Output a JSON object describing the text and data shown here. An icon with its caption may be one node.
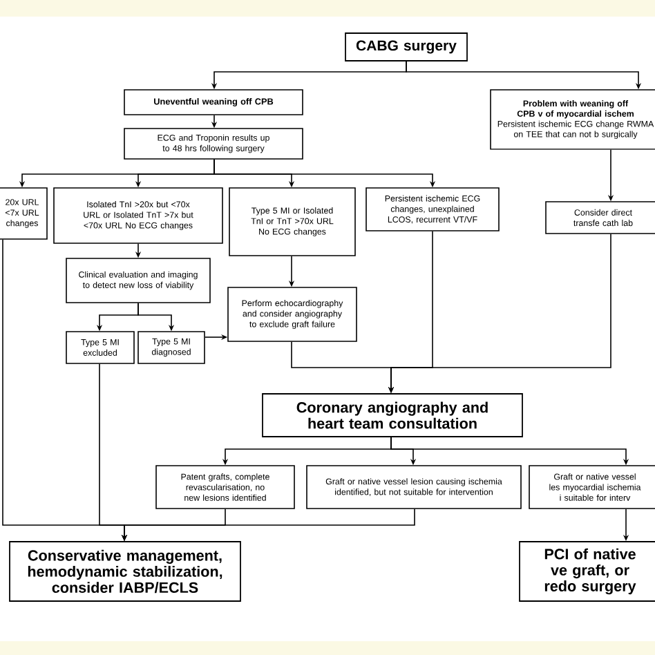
{
  "diagram": {
    "nodes": [
      {
        "text": [
          "CABG surgery"
        ]
      },
      {
        "text": [
          "Uneventful weaning off CPB"
        ]
      },
      {
        "text": [
          "Problem with weaning off CPB v of myocardial ischem",
          "Persistent ischemic ECG change RWMA on TEE that can not b surgically"
        ]
      },
      {
        "text": [
          "ECG and Troponin results up to 48 hrs following surgery"
        ]
      },
      {
        "text": [
          "20x URL <7x URL changes"
        ]
      },
      {
        "text": [
          "Isolated TnI >20x but <70x URL or Isolated TnT >7x but <70x URL No ECG changes"
        ]
      },
      {
        "text": [
          "Type 5 MI or Isolated TnI or TnT >70x URL No ECG changes"
        ]
      },
      {
        "text": [
          "Persistent ischemic ECG changes, unexplained LCOS, recurrent VT/VF"
        ]
      },
      {
        "text": [
          "Consider direct transfe cath lab"
        ]
      },
      {
        "text": [
          "Clinical evaluation and imaging to detect new loss of viability"
        ]
      },
      {
        "text": [
          "Type 5 MI excluded"
        ]
      },
      {
        "text": [
          "Type 5 MI diagnosed"
        ]
      },
      {
        "text": [
          "Perform echocardiography and consider angiography to exclude graft failure"
        ]
      },
      {
        "text": [
          "Coronary angiography and heart team consultation"
        ]
      },
      {
        "text": [
          "Patent grafts, complete revascularisation, no new lesions identified"
        ]
      },
      {
        "text": [
          "Graft or native vessel lesion causing ischemia identified, but not suitable for intervention"
        ]
      },
      {
        "text": [
          "Graft or native vessel les myocardial ischemia i suitable for interv"
        ]
      },
      {
        "text": [
          "Conservative management, hemodynamic stabilization, consider IABP/ECLS"
        ]
      },
      {
        "text": [
          "PCI of native ve graft, or redo surgery"
        ]
      }
    ],
    "edges": [
      {
        "from": 0,
        "to": 1,
        "arrow": "to"
      },
      {
        "from": 0,
        "to": 2,
        "arrow": "to"
      },
      {
        "from": 1,
        "to": 3,
        "arrow": "to"
      },
      {
        "from": 3,
        "to": 4,
        "arrow": "to"
      },
      {
        "from": 3,
        "to": 5,
        "arrow": "to"
      },
      {
        "from": 3,
        "to": 6,
        "arrow": "to"
      },
      {
        "from": 3,
        "to": 7,
        "arrow": "to"
      },
      {
        "from": 5,
        "to": 9,
        "arrow": "to"
      },
      {
        "from": 9,
        "to": 10,
        "arrow": "to"
      },
      {
        "from": 9,
        "to": 11,
        "arrow": "to"
      },
      {
        "from": 11,
        "to": 12,
        "arrow": "to"
      },
      {
        "from": 6,
        "to": 12,
        "arrow": "to"
      },
      {
        "from": 12,
        "to": 13,
        "arrow": "to"
      },
      {
        "from": 7,
        "to": 13,
        "arrow": "to"
      },
      {
        "from": 8,
        "to": 13,
        "arrow": "to"
      },
      {
        "from": 2,
        "to": 8,
        "arrow": "to"
      },
      {
        "from": 13,
        "to": 14,
        "arrow": "to"
      },
      {
        "from": 13,
        "to": 15,
        "arrow": "to"
      },
      {
        "from": 13,
        "to": 16,
        "arrow": "to"
      },
      {
        "from": 10,
        "to": 17,
        "arrow": "to"
      },
      {
        "from": 14,
        "to": 17,
        "arrow": "to"
      },
      {
        "from": 15,
        "to": 17,
        "arrow": "to"
      },
      {
        "from": 4,
        "to": 17,
        "arrow": "to"
      },
      {
        "from": 16,
        "to": 18,
        "arrow": "to"
      }
    ]
  }
}
